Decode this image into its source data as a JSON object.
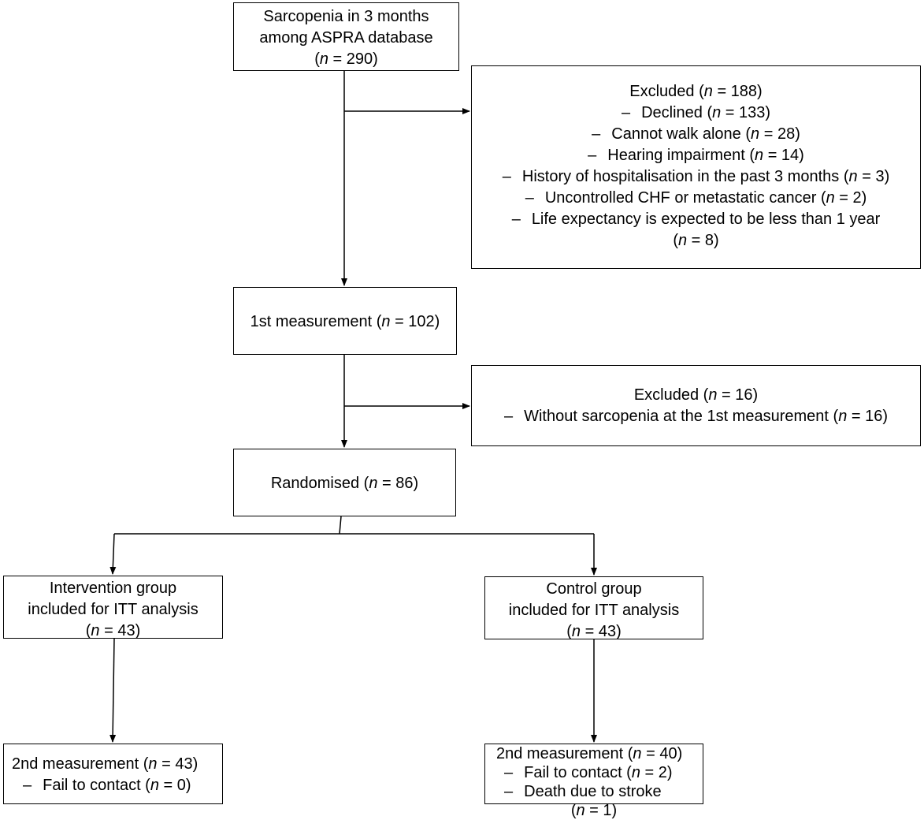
{
  "boxes": {
    "source": {
      "lines": [
        {
          "text": "Sarcopenia in 3 months"
        },
        {
          "text": "among ASPRA database"
        },
        {
          "pre": "(",
          "n": "n",
          "post": " = 290)"
        }
      ]
    },
    "excluded1": {
      "title": {
        "pre": "Excluded (",
        "n": "n",
        "post": " = 188)"
      },
      "items": [
        {
          "dash": "–",
          "text": "Declined (",
          "n": "n",
          "post": " = 133)"
        },
        {
          "dash": "–",
          "text": "Cannot walk alone (",
          "n": "n",
          "post": " = 28)"
        },
        {
          "dash": "–",
          "text": "Hearing impairment (",
          "n": "n",
          "post": " = 14)"
        },
        {
          "dash": "–",
          "text": "History of hospitalisation in the past 3 months (",
          "n": "n",
          "post": " = 3)"
        },
        {
          "dash": "–",
          "text": "Uncontrolled CHF or metastatic cancer (",
          "n": "n",
          "post": " = 2)"
        },
        {
          "dash": "–",
          "text": "Life expectancy is expected to be less than 1 year"
        }
      ],
      "tail": {
        "pre": "(",
        "n": "n",
        "post": " = 8)"
      }
    },
    "measurement1": {
      "pre": "1st measurement (",
      "n": "n",
      "post": " = 102)"
    },
    "excluded2": {
      "title": {
        "pre": "Excluded (",
        "n": "n",
        "post": " = 16)"
      },
      "item": {
        "dash": "–",
        "text": "Without sarcopenia at the 1st measurement (",
        "n": "n",
        "post": " = 16)"
      }
    },
    "randomised": {
      "pre": "Randomised (",
      "n": "n",
      "post": " = 86)"
    },
    "intervention": {
      "lines": [
        {
          "text": "Intervention group"
        },
        {
          "text": "included for ITT analysis"
        },
        {
          "pre": "(",
          "n": "n",
          "post": " = 43)"
        }
      ]
    },
    "control": {
      "lines": [
        {
          "text": "Control group"
        },
        {
          "text": "included for ITT analysis"
        },
        {
          "pre": "(",
          "n": "n",
          "post": " = 43)"
        }
      ]
    },
    "intervention_m2": {
      "title": {
        "pre": "2nd measurement (",
        "n": "n",
        "post": " = 43)"
      },
      "items": [
        {
          "dash": "–",
          "text": "Fail to contact (",
          "n": "n",
          "post": " = 0)"
        }
      ]
    },
    "control_m2": {
      "title": {
        "pre": "2nd measurement (",
        "n": "n",
        "post": " = 40)"
      },
      "items": [
        {
          "dash": "–",
          "text": "Fail to contact (",
          "n": "n",
          "post": " = 2)"
        },
        {
          "dash": "–",
          "text": "Death due to stroke"
        }
      ],
      "tail": {
        "pre": "(",
        "n": "n",
        "post": " = 1)"
      }
    }
  }
}
